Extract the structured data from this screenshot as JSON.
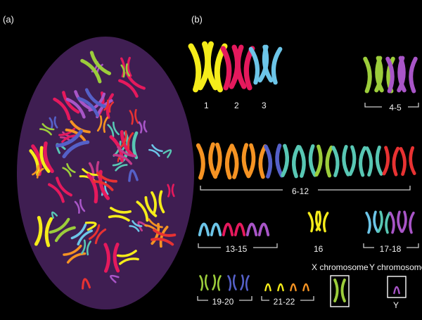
{
  "panels": {
    "a_label": "(a)",
    "b_label": "(b)"
  },
  "colors": {
    "background": "#000000",
    "nucleus": "#3f1e52",
    "bracket": "#cccccc",
    "box": "#ffffff",
    "chromosome_palette": [
      "#f5ec1a",
      "#e5195d",
      "#6cc5e8",
      "#9ccd3b",
      "#a855c7",
      "#f59323",
      "#5560c8",
      "#58c7b4",
      "#c43a8a",
      "#e83232"
    ]
  },
  "karyotype": {
    "pair_1": "1",
    "pair_2": "2",
    "pair_3": "3",
    "group_4_5": "4-5",
    "group_6_12": "6-12",
    "group_13_15": "13-15",
    "pair_16": "16",
    "group_17_18": "17-18",
    "group_19_20": "19-20",
    "group_21_22": "21-22",
    "x_label": "X chromosome",
    "y_label": "Y chromosome",
    "y_letter": "Y"
  }
}
